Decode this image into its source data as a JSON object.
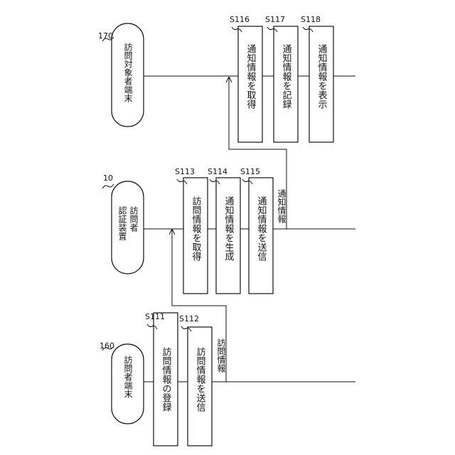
{
  "entities": [
    {
      "id": "visitor_terminal",
      "ref": "160",
      "name_lines": [
        "訪問者端末"
      ]
    },
    {
      "id": "visitor_auth_device",
      "ref": "10",
      "name_lines": [
        "訪問者",
        "認証装置"
      ]
    },
    {
      "id": "visit_target_terminal",
      "ref": "170",
      "name_lines": [
        "訪問対象者端末"
      ]
    }
  ],
  "steps": [
    {
      "id": "S111",
      "label": "訪問情報の登録"
    },
    {
      "id": "S112",
      "label": "訪問情報を送信"
    },
    {
      "id": "S113",
      "label": "訪問情報を取得"
    },
    {
      "id": "S114",
      "label": "通知情報を生成"
    },
    {
      "id": "S115",
      "label": "通知情報を送信"
    },
    {
      "id": "S116",
      "label": "通知情報を取得"
    },
    {
      "id": "S117",
      "label": "通知情報を記録"
    },
    {
      "id": "S118",
      "label": "通知情報を表示"
    }
  ],
  "messages": [
    {
      "label": "訪問情報",
      "from": "visitor_terminal",
      "to": "visitor_auth_device"
    },
    {
      "label": "通知情報",
      "from": "visitor_auth_device",
      "to": "visit_target_terminal"
    }
  ]
}
